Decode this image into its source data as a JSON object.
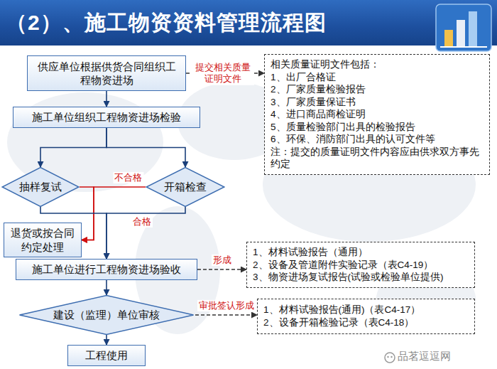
{
  "diagram": {
    "title": "（2）、施工物资资料管理流程图",
    "nodes": [
      {
        "text": [
          "供应单位根据供货合同组织工程物资进场"
        ]
      },
      {
        "text": [
          "相关质量证明文件包括：",
          "1、出厂合格证",
          "2、厂家质量检验报告",
          "3、厂家质量保证书",
          "4、进口商品商检证明",
          "5、质量检验部门出具的检验报告",
          "6、环保、消防部门出具的认可文件等",
          "注：提交的质量证明文件内容应由供求双方事先约定"
        ]
      },
      {
        "text": [
          "施工单位组织工程物资进场检验"
        ]
      },
      {
        "text": [
          "抽样复试"
        ]
      },
      {
        "text": [
          "开箱检查"
        ]
      },
      {
        "text": [
          "退货或按合同约定处理"
        ]
      },
      {
        "text": [
          "施工单位进行工程物资进场验收"
        ]
      },
      {
        "text": [
          "1、材料试验报告（通用）",
          "2、设备及管道附件实验记录（表C4-19）",
          "3、物资进场复试报告(试验或检验单位提供)"
        ]
      },
      {
        "text": [
          "建设（监理）单位审核"
        ]
      },
      {
        "text": [
          "1、材料试验报告(通用)（表C4-17）",
          "2、设备开箱检验记录（表C4-18）"
        ]
      },
      {
        "text": [
          "工程使用"
        ]
      }
    ],
    "edges": [
      {
        "from": 0,
        "to": 1,
        "arrow": "to",
        "label": "提交相关质量 证明文件"
      },
      {
        "from": 0,
        "to": 2,
        "arrow": "to"
      },
      {
        "from": 2,
        "to": 3,
        "arrow": "to"
      },
      {
        "from": 2,
        "to": 4,
        "arrow": "to"
      },
      {
        "from": 3,
        "to": 5,
        "arrow": "to"
      },
      {
        "from": 4,
        "to": 5,
        "arrow": "to",
        "label": "不合格"
      },
      {
        "from": 3,
        "to": 6,
        "arrow": "to"
      },
      {
        "from": 4,
        "to": 6,
        "arrow": "to",
        "label": "合格"
      },
      {
        "from": 6,
        "to": 7,
        "arrow": "to",
        "label": "形成"
      },
      {
        "from": 6,
        "to": 8,
        "arrow": "to"
      },
      {
        "from": 8,
        "to": 9,
        "arrow": "to",
        "label": "审批签认形成"
      },
      {
        "from": 8,
        "to": 10,
        "arrow": "to"
      }
    ],
    "labels": [
      "品茗逗逗网"
    ]
  }
}
